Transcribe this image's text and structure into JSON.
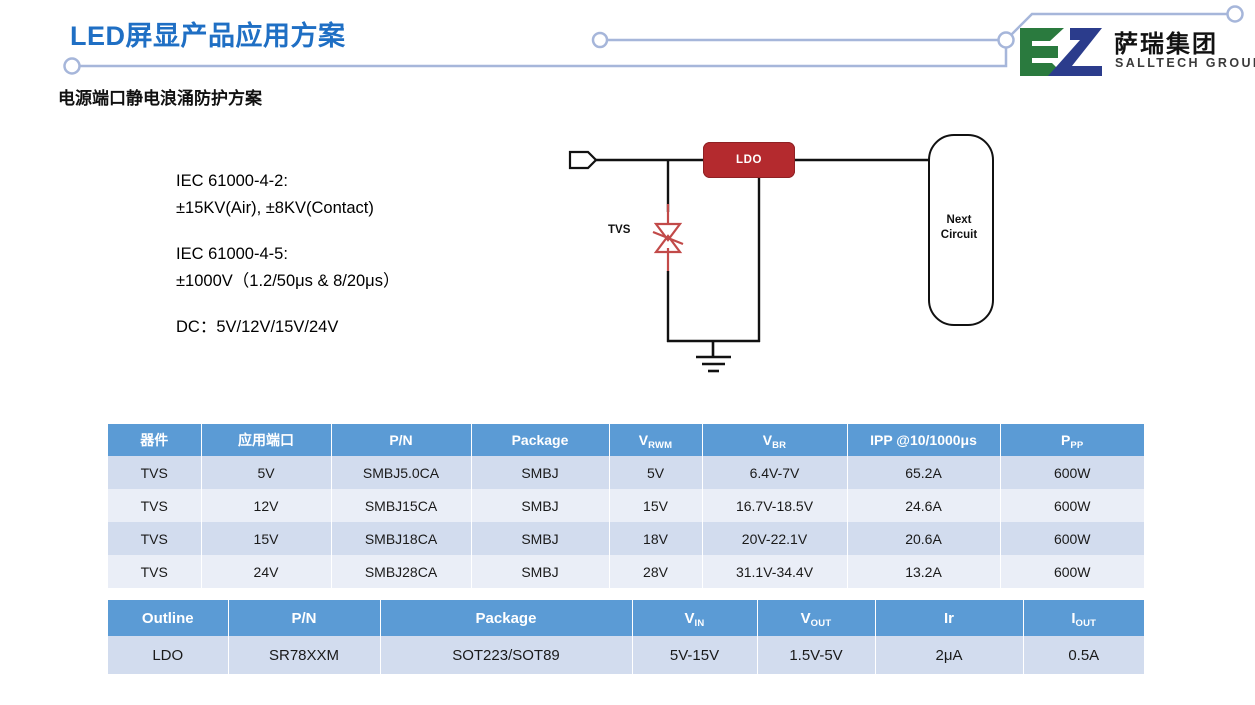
{
  "header": {
    "title": "LED屏显产品应用方案",
    "subtitle": "电源端口静电浪涌防护方案",
    "accent_color": "#1F6FC4",
    "deco_line_color": "#A6B6DA"
  },
  "logo": {
    "name_cn": "萨瑞集团",
    "name_en": "SALLTECH GROUP",
    "green": "#2A7A3E",
    "blue": "#2B3C8C"
  },
  "spec": {
    "line1": "IEC 61000-4-2:",
    "line2": "±15KV(Air), ±8KV(Contact)",
    "line3": "IEC 61000-4-5:",
    "line4": "±1000V（1.2/50μs & 8/20μs）",
    "line5": "DC：5V/12V/15V/24V"
  },
  "circuit": {
    "ldo_label": "LDO",
    "tvs_label": "TVS",
    "next_line1": "Next",
    "next_line2": "Circuit",
    "ldo_color": "#B42A2E",
    "tvs_color": "#C24A49",
    "wire_color": "#111111"
  },
  "table_tvs": {
    "headers": [
      {
        "text": "器件",
        "sub": ""
      },
      {
        "text": "应用端口",
        "sub": ""
      },
      {
        "text": "P/N",
        "sub": ""
      },
      {
        "text": "Package",
        "sub": ""
      },
      {
        "text": "V",
        "sub": "RWM"
      },
      {
        "text": "V",
        "sub": "BR"
      },
      {
        "text": "IPP @10/1000μs",
        "sub": ""
      },
      {
        "text": "P",
        "sub": "PP"
      }
    ],
    "rows": [
      [
        "TVS",
        "5V",
        "SMBJ5.0CA",
        "SMBJ",
        "5V",
        "6.4V-7V",
        "65.2A",
        "600W"
      ],
      [
        "TVS",
        "12V",
        "SMBJ15CA",
        "SMBJ",
        "15V",
        "16.7V-18.5V",
        "24.6A",
        "600W"
      ],
      [
        "TVS",
        "15V",
        "SMBJ18CA",
        "SMBJ",
        "18V",
        "20V-22.1V",
        "20.6A",
        "600W"
      ],
      [
        "TVS",
        "24V",
        "SMBJ28CA",
        "SMBJ",
        "28V",
        "31.1V-34.4V",
        "13.2A",
        "600W"
      ]
    ]
  },
  "table_ldo": {
    "headers": [
      {
        "text": "Outline",
        "sub": ""
      },
      {
        "text": "P/N",
        "sub": ""
      },
      {
        "text": "Package",
        "sub": ""
      },
      {
        "text": "V",
        "sub": "IN"
      },
      {
        "text": "V",
        "sub": "OUT"
      },
      {
        "text": "Ir",
        "sub": ""
      },
      {
        "text": "I",
        "sub": "OUT"
      }
    ],
    "rows": [
      [
        "LDO",
        "SR78XXM",
        "SOT223/SOT89",
        "5V-15V",
        "1.5V-5V",
        "2μA",
        "0.5A"
      ]
    ]
  },
  "colors": {
    "header_blue": "#5B9BD5",
    "row_odd": "#D2DCEE",
    "row_even": "#EAEEF7"
  }
}
